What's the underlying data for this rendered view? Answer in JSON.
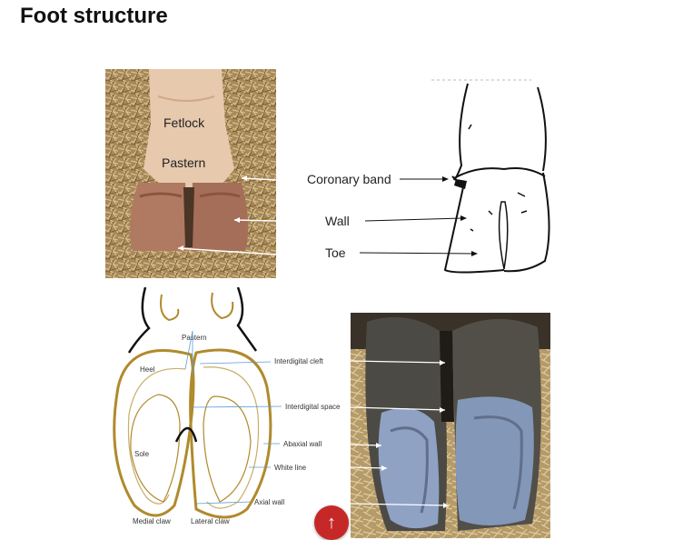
{
  "page": {
    "title": "Foot structure"
  },
  "photo_top": {
    "labels": {
      "fetlock": "Fetlock",
      "pastern": "Pastern"
    }
  },
  "diagram_top": {
    "labels": {
      "coronary_band": "Coronary band",
      "wall": "Wall",
      "toe": "Toe"
    }
  },
  "diagram_bottom": {
    "labels": {
      "pastern": "Pastern",
      "heel": "Heel",
      "sole": "Sole",
      "interdigital_cleft": "Interdigital cleft",
      "interdigital_space": "Interdigital space",
      "abaxial_wall": "Abaxial wall",
      "white_line": "White line",
      "axial_wall": "Axial wall",
      "medial_claw": "Medial claw",
      "lateral_claw": "Lateral claw"
    }
  },
  "scroll_top_button": {
    "icon": "arrow-up-icon",
    "glyph": "↑",
    "color": "#c62828"
  }
}
